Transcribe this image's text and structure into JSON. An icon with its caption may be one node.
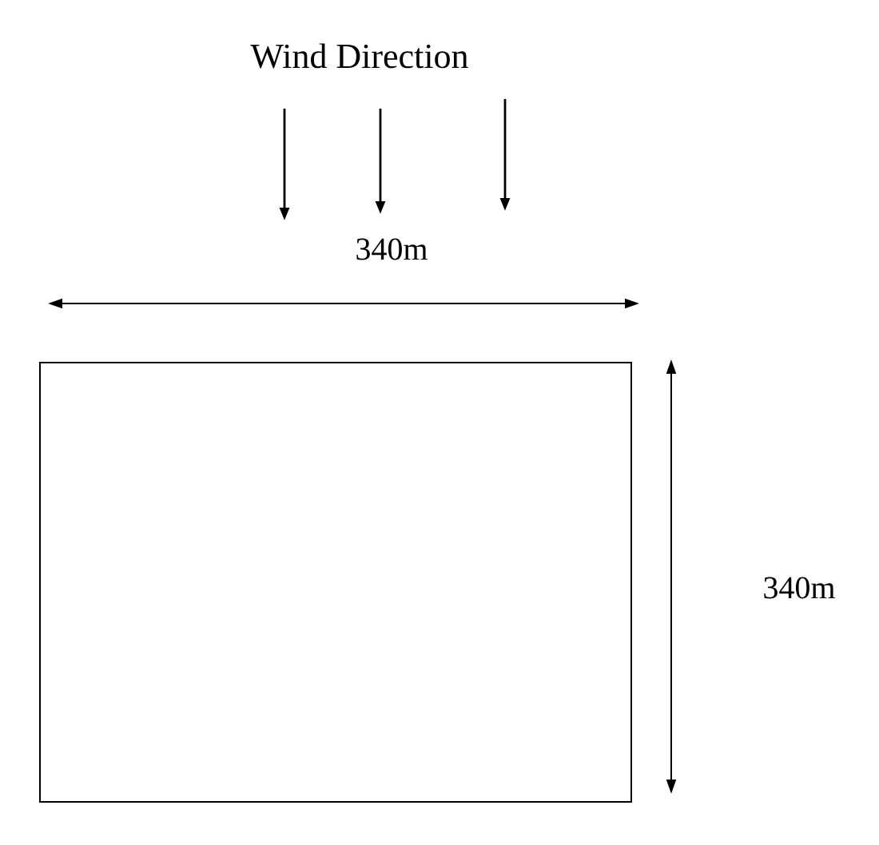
{
  "diagram": {
    "nodes": [
      {
        "text": [],
        "shape": "box"
      }
    ],
    "labels": [
      "Wind Direction",
      "340m",
      "340m"
    ]
  }
}
